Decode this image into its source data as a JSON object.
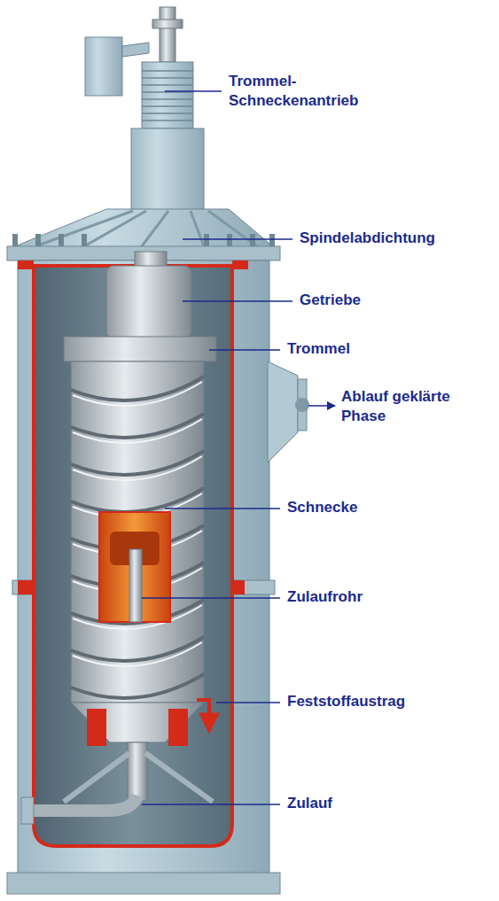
{
  "diagram": {
    "labels": [
      "Trommel- Schneckenantrieb",
      "Spindelabdichtung",
      "Getriebe",
      "Trommel",
      "Ablauf geklärte Phase",
      "Schnecke",
      "Zulaufrohr",
      "Feststoffaustrag",
      "Zulauf"
    ]
  }
}
